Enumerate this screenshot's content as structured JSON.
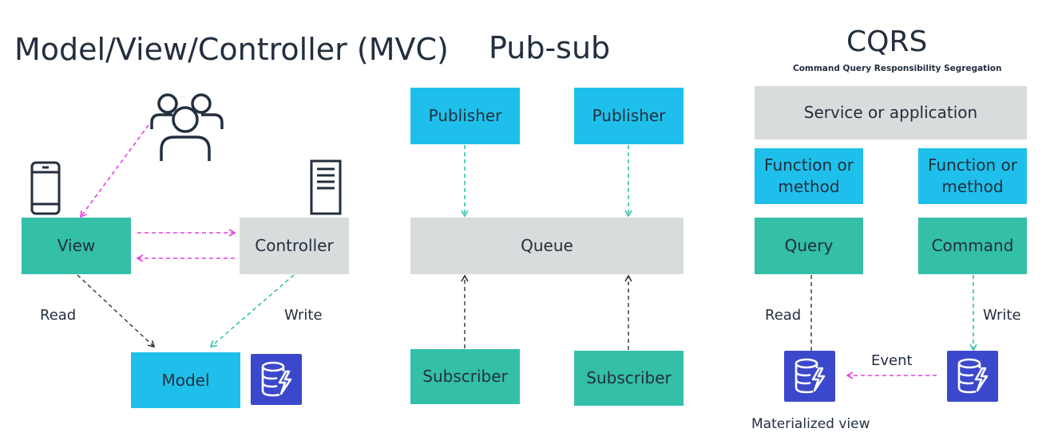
{
  "mvc": {
    "title": "Model/View/Controller (MVC)",
    "view": "View",
    "controller": "Controller",
    "model": "Model",
    "read": "Read",
    "write": "Write",
    "icons": [
      "users-icon",
      "mobile-phone-icon",
      "server-document-icon",
      "dynamodb-icon"
    ]
  },
  "pubsub": {
    "title": "Pub-sub",
    "publisher_left": "Publisher",
    "publisher_right": "Publisher",
    "queue": "Queue",
    "subscriber_left": "Subscriber",
    "subscriber_right": "Subscriber"
  },
  "cqrs": {
    "title": "CQRS",
    "subtitle": "Command Query Responsibility Segregation",
    "service": "Service or application",
    "function_left": "Function or method",
    "function_right": "Function or method",
    "query": "Query",
    "command": "Command",
    "read": "Read",
    "write": "Write",
    "event": "Event",
    "materialized_view": "Materialized view"
  },
  "colors": {
    "blue": "#1ec0eb",
    "teal": "#33bfa8",
    "gray": "#d9dcdc",
    "magenta": "#e83ee0",
    "cyan_arrow": "#2fc2ad",
    "dark_arrow": "#333333",
    "db_purple": "#3b48cc"
  }
}
